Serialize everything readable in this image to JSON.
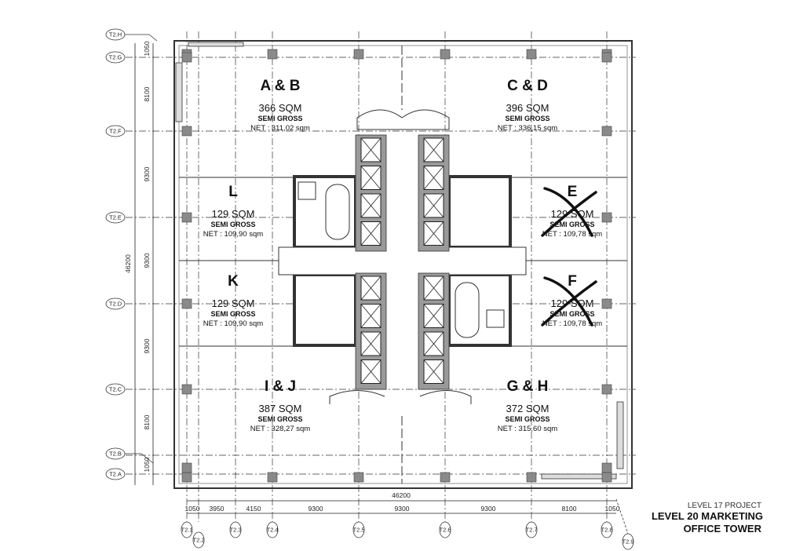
{
  "plan": {
    "units": [
      {
        "name": "A & B",
        "area": "366 SQM",
        "type": "SEMI GROSS",
        "net": "NET : 311,02 sqm",
        "crossed": false
      },
      {
        "name": "C & D",
        "area": "396 SQM",
        "type": "SEMI GROSS",
        "net": "NET : 336,15 sqm",
        "crossed": false
      },
      {
        "name": "L",
        "area": "129 SQM",
        "type": "SEMI GROSS",
        "net": "NET : 109,90 sqm",
        "crossed": false
      },
      {
        "name": "E",
        "area": "129 SQM",
        "type": "SEMI GROSS",
        "net": "NET : 109,78 sqm",
        "crossed": true
      },
      {
        "name": "K",
        "area": "129 SQM",
        "type": "SEMI GROSS",
        "net": "NET : 109,90 sqm",
        "crossed": false
      },
      {
        "name": "F",
        "area": "129 SQM",
        "type": "SEMI GROSS",
        "net": "NET : 109,78 sqm",
        "crossed": true
      },
      {
        "name": "I & J",
        "area": "387 SQM",
        "type": "SEMI GROSS",
        "net": "NET : 328,27 sqm",
        "crossed": false
      },
      {
        "name": "G & H",
        "area": "372 SQM",
        "type": "SEMI GROSS",
        "net": "NET : 315,60 sqm",
        "crossed": false
      }
    ],
    "row_grid": [
      "T2.H",
      "T2.G",
      "T2.F",
      "T2.E",
      "T2.D",
      "T2.C",
      "T2.B",
      "T2.A"
    ],
    "col_grid": [
      "T2.1",
      "T2.2",
      "T2.3",
      "T2.4",
      "T2.5",
      "T2.6",
      "T2.7",
      "T2.8",
      "T2.9"
    ],
    "row_dims": [
      "1050",
      "8100",
      "9300",
      "9300",
      "9300",
      "8100",
      "1050"
    ],
    "row_total": "46200",
    "col_dims": [
      "1050",
      "3950",
      "4150",
      "9300",
      "9300",
      "9300",
      "8100",
      "1050"
    ],
    "col_total": "46200"
  },
  "title_block": {
    "project": "LEVEL 17 PROJECT",
    "title_line1": "LEVEL 20 MARKETING",
    "title_line2": "OFFICE TOWER"
  }
}
